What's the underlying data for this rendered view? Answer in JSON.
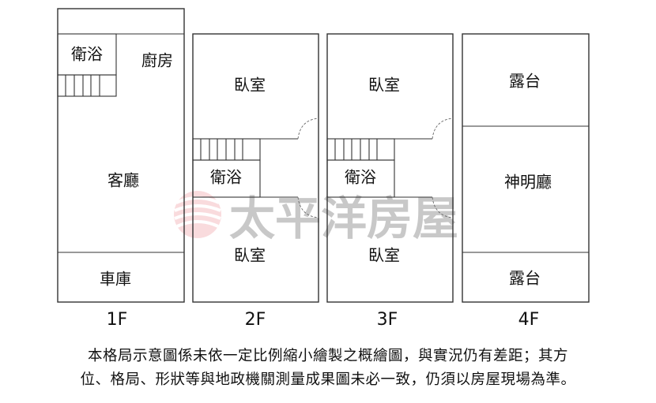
{
  "floors": [
    {
      "label": "1F",
      "rooms": [
        "衛浴",
        "廚房",
        "客廳",
        "車庫"
      ]
    },
    {
      "label": "2F",
      "rooms": [
        "臥室",
        "衛浴",
        "臥室"
      ]
    },
    {
      "label": "3F",
      "rooms": [
        "臥室",
        "衛浴",
        "臥室"
      ]
    },
    {
      "label": "4F",
      "rooms": [
        "露台",
        "神明廳",
        "露台"
      ]
    }
  ],
  "watermark": {
    "text": "太平洋房屋",
    "logo_color": "#e8707a"
  },
  "disclaimer": {
    "line1": "本格局示意圖係未依一定比例縮小繪製之概繪圖，與實況仍有差距；其方",
    "line2": "位、格局、形狀等與地政機關測量成果圖未必一致，仍須以房屋現場為準。"
  }
}
